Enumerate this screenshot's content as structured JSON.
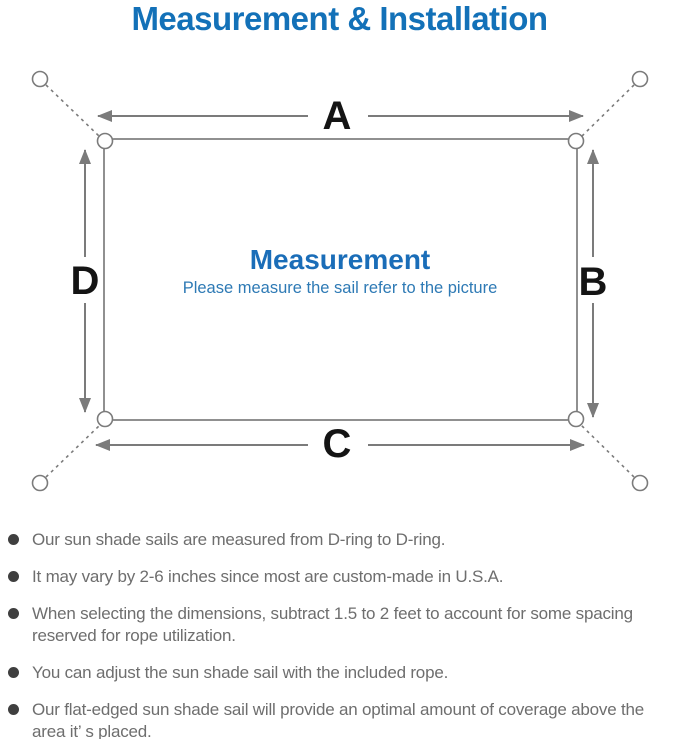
{
  "title": "Measurement & Installation",
  "diagram": {
    "dimension_labels": {
      "top": "A",
      "right": "B",
      "bottom": "C",
      "left": "D"
    },
    "center_heading": "Measurement",
    "center_caption": "Please measure the sail refer to the picture"
  },
  "notes": [
    "Our sun shade sails are measured from D-ring to D-ring.",
    "It may vary by 2-6 inches since most are custom-made in U.S.A.",
    "When selecting the dimensions, subtract 1.5 to 2 feet to account for some spacing reserved for rope utilization.",
    "You can adjust the sun shade sail with the included rope.",
    "Our flat-edged sun shade sail will provide an optimal amount of coverage above the area it’ s placed."
  ],
  "colors": {
    "title_blue": "#1371b8",
    "center_heading_blue": "#1a6db8",
    "center_caption_blue": "#2e7ab5",
    "line_gray": "#7b7b7b",
    "sail_outline_gray": "#909090",
    "dimension_label_black": "#141414",
    "note_text_gray": "#6e6e6e",
    "bullet_gray": "#3f3f3f"
  }
}
